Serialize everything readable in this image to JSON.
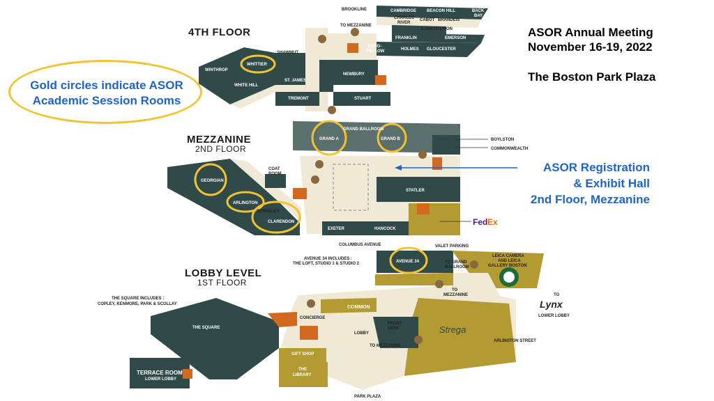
{
  "colors": {
    "room": "#2f4a48",
    "corridor": "#efe9d6",
    "gold": "#b39a32",
    "orange": "#d2691e",
    "highlight": "#f2c230",
    "blue": "#1f64c8"
  },
  "header": {
    "meeting_line1": "ASOR Annual Meeting",
    "meeting_line2": "November 16-19, 2022",
    "venue": "The Boston Park Plaza"
  },
  "legend": {
    "line1": "Gold circles indicate ASOR",
    "line2": "Academic Session Rooms"
  },
  "registration": {
    "line1": "ASOR Registration",
    "line2": "& Exhibit Hall",
    "line3": "2nd Floor, Mezzanine"
  },
  "floors": {
    "fourth": {
      "title": "4TH FLOOR",
      "rooms": {
        "brookline": "BROOKLINE",
        "cambridge": "CAMBRIDGE",
        "beacon_hill": "BEACON HILL",
        "back": "BACK",
        "bay": "BAY",
        "charles": "CHARLES",
        "river": "RIVER",
        "cabot": "CABOT",
        "brandeis": "BRANDEIS",
        "constitution": "CONSTITUTION",
        "franklin": "FRANKLIN",
        "emerson": "EMERSON",
        "to_mezzanine": "TO MEZZANINE",
        "long": "LONG-",
        "fellow": "FELLOW",
        "holmes": "HOLMES",
        "gloucester": "GLOUCESTER",
        "shawmut": "SHAWMUT",
        "whittier": "WHITTIER",
        "winthrop": "WINTHROP",
        "white_hill": "WHITE HILL",
        "st_james": "ST. JAMES",
        "newbury": "NEWBURY",
        "tremont": "TREMONT",
        "stuart": "STUART"
      }
    },
    "mezzanine": {
      "title": "MEZZANINE",
      "subtitle": "2ND FLOOR",
      "rooms": {
        "grand_ballroom": "GRAND BALLROOM",
        "grand_a": "GRAND A",
        "grand_b": "GRAND B",
        "boylston": "BOYLSTON",
        "commonwealth": "COMMONWEALTH",
        "coat": "COAT",
        "room": "ROOM",
        "georgian": "GEORGIAN",
        "arlington": "ARLINGTON",
        "berkeley": "BERKELEY",
        "clarendon": "CLARENDON",
        "exeter": "EXETER",
        "hancock": "HANCOCK",
        "statler": "STATLER",
        "fedex_fed": "Fed",
        "fedex_ex": "Ex"
      }
    },
    "lobby": {
      "title": "LOBBY LEVEL",
      "subtitle": "1ST FLOOR",
      "rooms": {
        "columbus": "COLUMBUS AVENUE",
        "valet": "VALET PARKING",
        "avenue34_note1": "AVENUE 34 INCLUDES :",
        "avenue34_note2": "THE LOFT, STUDIO 1 & STUDIO 2",
        "avenue34": "AVENUE 34",
        "to_grand": "TO GRAND",
        "ballroom": "BALLROOM",
        "leica1": "LEICA CAMERA",
        "leica2": "AND LEICA",
        "leica3": "GALLERY BOSTON",
        "to_mezz1": "TO",
        "to_mezz2": "MEZZANINE",
        "to_lynx": "TO",
        "lynx": "Lynx",
        "lower_lobby": "LOWER LOBBY",
        "square_note1": "THE SQUARE INCLUDES :",
        "square_note2": "COPLEY, KENMORE, PARK & SCOLLAY",
        "the_square": "THE SQUARE",
        "common": "COMMON",
        "concierge": "CONCIERGE",
        "front": "FRONT",
        "desk": "DESK",
        "lobby": "LOBBY",
        "to_mezzanine": "TO MEZZANINE",
        "strega": "Strega",
        "arlington_street": "ARLINGTON STREET",
        "gift_shop": "GIFT SHOP",
        "the": "THE",
        "library": "LIBRARY",
        "terrace": "TERRACE ROOM",
        "terrace_sub": "LOWER LOBBY",
        "park_plaza": "PARK PLAZA"
      }
    }
  }
}
